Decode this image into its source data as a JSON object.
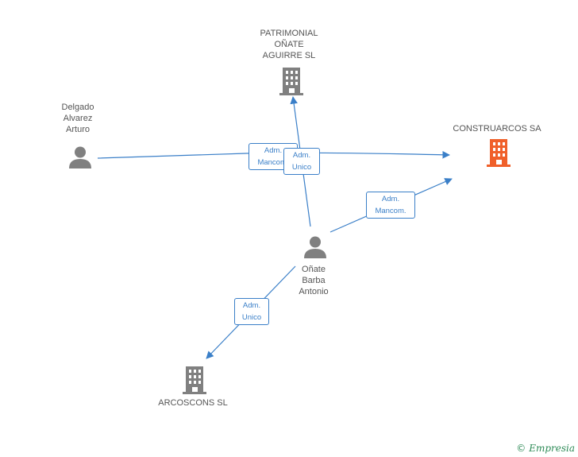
{
  "nodes": {
    "patrimonial": {
      "name_lines": [
        "PATRIMONIAL",
        "OÑATE",
        "AGUIRRE SL"
      ],
      "type": "company",
      "color": "#808080"
    },
    "construarcos": {
      "name_lines": [
        "CONSTRUARCOS SA"
      ],
      "type": "company",
      "color": "#f0602a"
    },
    "delgado": {
      "name_lines": [
        "Delgado",
        "Alvarez",
        "Arturo"
      ],
      "type": "person",
      "color": "#808080"
    },
    "onate": {
      "name_lines": [
        "Oñate",
        "Barba",
        "Antonio"
      ],
      "type": "person",
      "color": "#808080"
    },
    "arcoscons": {
      "name_lines": [
        "ARCOSCONS SL"
      ],
      "type": "company",
      "color": "#808080"
    }
  },
  "edges": [
    {
      "from": "delgado",
      "to": "construarcos",
      "role_lines": [
        "Adm.",
        "Mancom."
      ]
    },
    {
      "from": "onate",
      "to": "patrimonial",
      "role_lines": [
        "Adm.",
        "Unico"
      ]
    },
    {
      "from": "onate",
      "to": "construarcos",
      "role_lines": [
        "Adm.",
        "Mancom."
      ]
    },
    {
      "from": "onate",
      "to": "arcoscons",
      "role_lines": [
        "Adm.",
        "Unico"
      ]
    }
  ],
  "colors": {
    "edge": "#3a7fc8"
  },
  "brand": {
    "copyright_symbol": "©",
    "name": "Empresia"
  }
}
